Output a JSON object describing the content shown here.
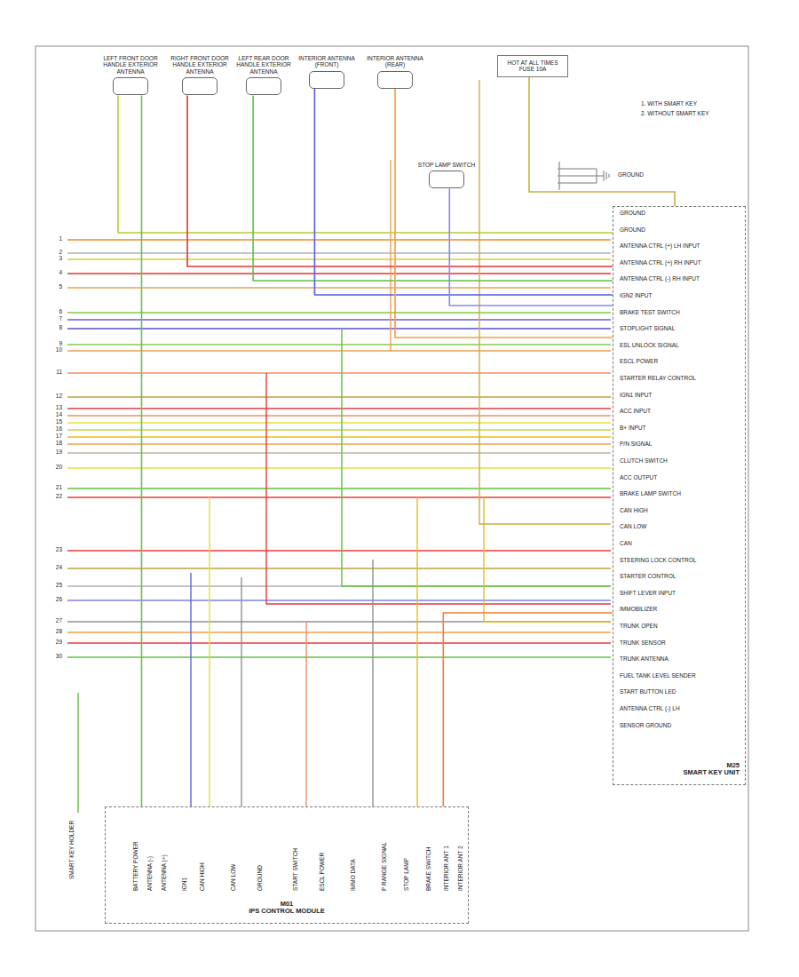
{
  "diagram": {
    "nodes": [
      {
        "text": [
          "HOT AT ALL TIMES",
          "FUSE 10A"
        ]
      },
      {
        "text": [
          "LEFT FRONT DOOR HANDLE EXTERIOR ANTENNA"
        ]
      },
      {
        "text": [
          "RIGHT FRONT DOOR HANDLE EXTERIOR ANTENNA"
        ]
      },
      {
        "text": [
          "LEFT REAR DOOR HANDLE EXTERIOR ANTENNA"
        ]
      },
      {
        "text": [
          "INTERIOR ANTENNA (FRONT)"
        ]
      },
      {
        "text": [
          "INTERIOR ANTENNA (REAR)"
        ]
      },
      {
        "text": [
          "STOP LAMP SWITCH"
        ]
      },
      {
        "text": [
          "M25",
          "SMART KEY UNIT"
        ]
      },
      {
        "text": [
          "M01",
          "IPS CONTROL MODULE"
        ]
      }
    ],
    "edges": [
      {
        "from": 1,
        "to": 7,
        "arrow": "none"
      },
      {
        "from": 2,
        "to": 7,
        "arrow": "none"
      },
      {
        "from": 3,
        "to": 7,
        "arrow": "none"
      },
      {
        "from": 4,
        "to": 7,
        "arrow": "none"
      },
      {
        "from": 5,
        "to": 7,
        "arrow": "none"
      },
      {
        "from": 0,
        "to": 7,
        "arrow": "none"
      },
      {
        "from": 6,
        "to": 7,
        "arrow": "none"
      },
      {
        "from": 8,
        "to": 7,
        "arrow": "none"
      },
      {
        "from": 1,
        "to": 8,
        "arrow": "none"
      }
    ],
    "labels": [
      "1. WITH SMART KEY",
      "2. WITHOUT SMART KEY",
      "GROUND",
      "1",
      "2",
      "3",
      "4",
      "5",
      "6",
      "7",
      "8",
      "9",
      "10",
      "11",
      "12",
      "13",
      "14",
      "15",
      "16",
      "17",
      "18",
      "19",
      "20",
      "21",
      "22",
      "23",
      "24",
      "25",
      "26",
      "27",
      "28",
      "29",
      "30",
      "GROUND",
      "GROUND",
      "ANTENNA CTRL (+) LH INPUT",
      "ANTENNA CTRL (+) RH INPUT",
      "ANTENNA CTRL (-) RH INPUT",
      "IGN2 INPUT",
      "BRAKE TEST SWITCH",
      "STOPLIGHT SIGNAL",
      "ESL UNLOCK SIGNAL",
      "ESCL POWER",
      "STARTER RELAY CONTROL",
      "IGN1 INPUT",
      "ACC INPUT",
      "B+ INPUT",
      "P/N SIGNAL",
      "CLUTCH SWITCH",
      "ACC OUTPUT",
      "BRAKE LAMP SWITCH",
      "CAN HIGH",
      "CAN LOW",
      "CAN",
      "STEERING LOCK CONTROL",
      "STARTER CONTROL",
      "SHIFT LEVER INPUT",
      "IMMOBILIZER",
      "TRUNK OPEN",
      "TRUNK SENSOR",
      "TRUNK ANTENNA",
      "FUEL TANK LEVEL SENDER",
      "START BUTTON LED",
      "ANTENNA CTRL (-) LH",
      "SENSOR GROUND",
      "SMART KEY HOLDER",
      "BATTERY POWER",
      "ANTENNA (-)",
      "ANTENNA (+)",
      "IGN1",
      "CAN HIGH",
      "CAN LOW",
      "GROUND",
      "START SWITCH",
      "ESCL POWER",
      "IMMO DATA",
      "P RANGE SIGNAL",
      "STOP LAMP",
      "BRAKE SWITCH",
      "INTERIOR ANT 1",
      "INTERIOR ANT 2"
    ]
  }
}
